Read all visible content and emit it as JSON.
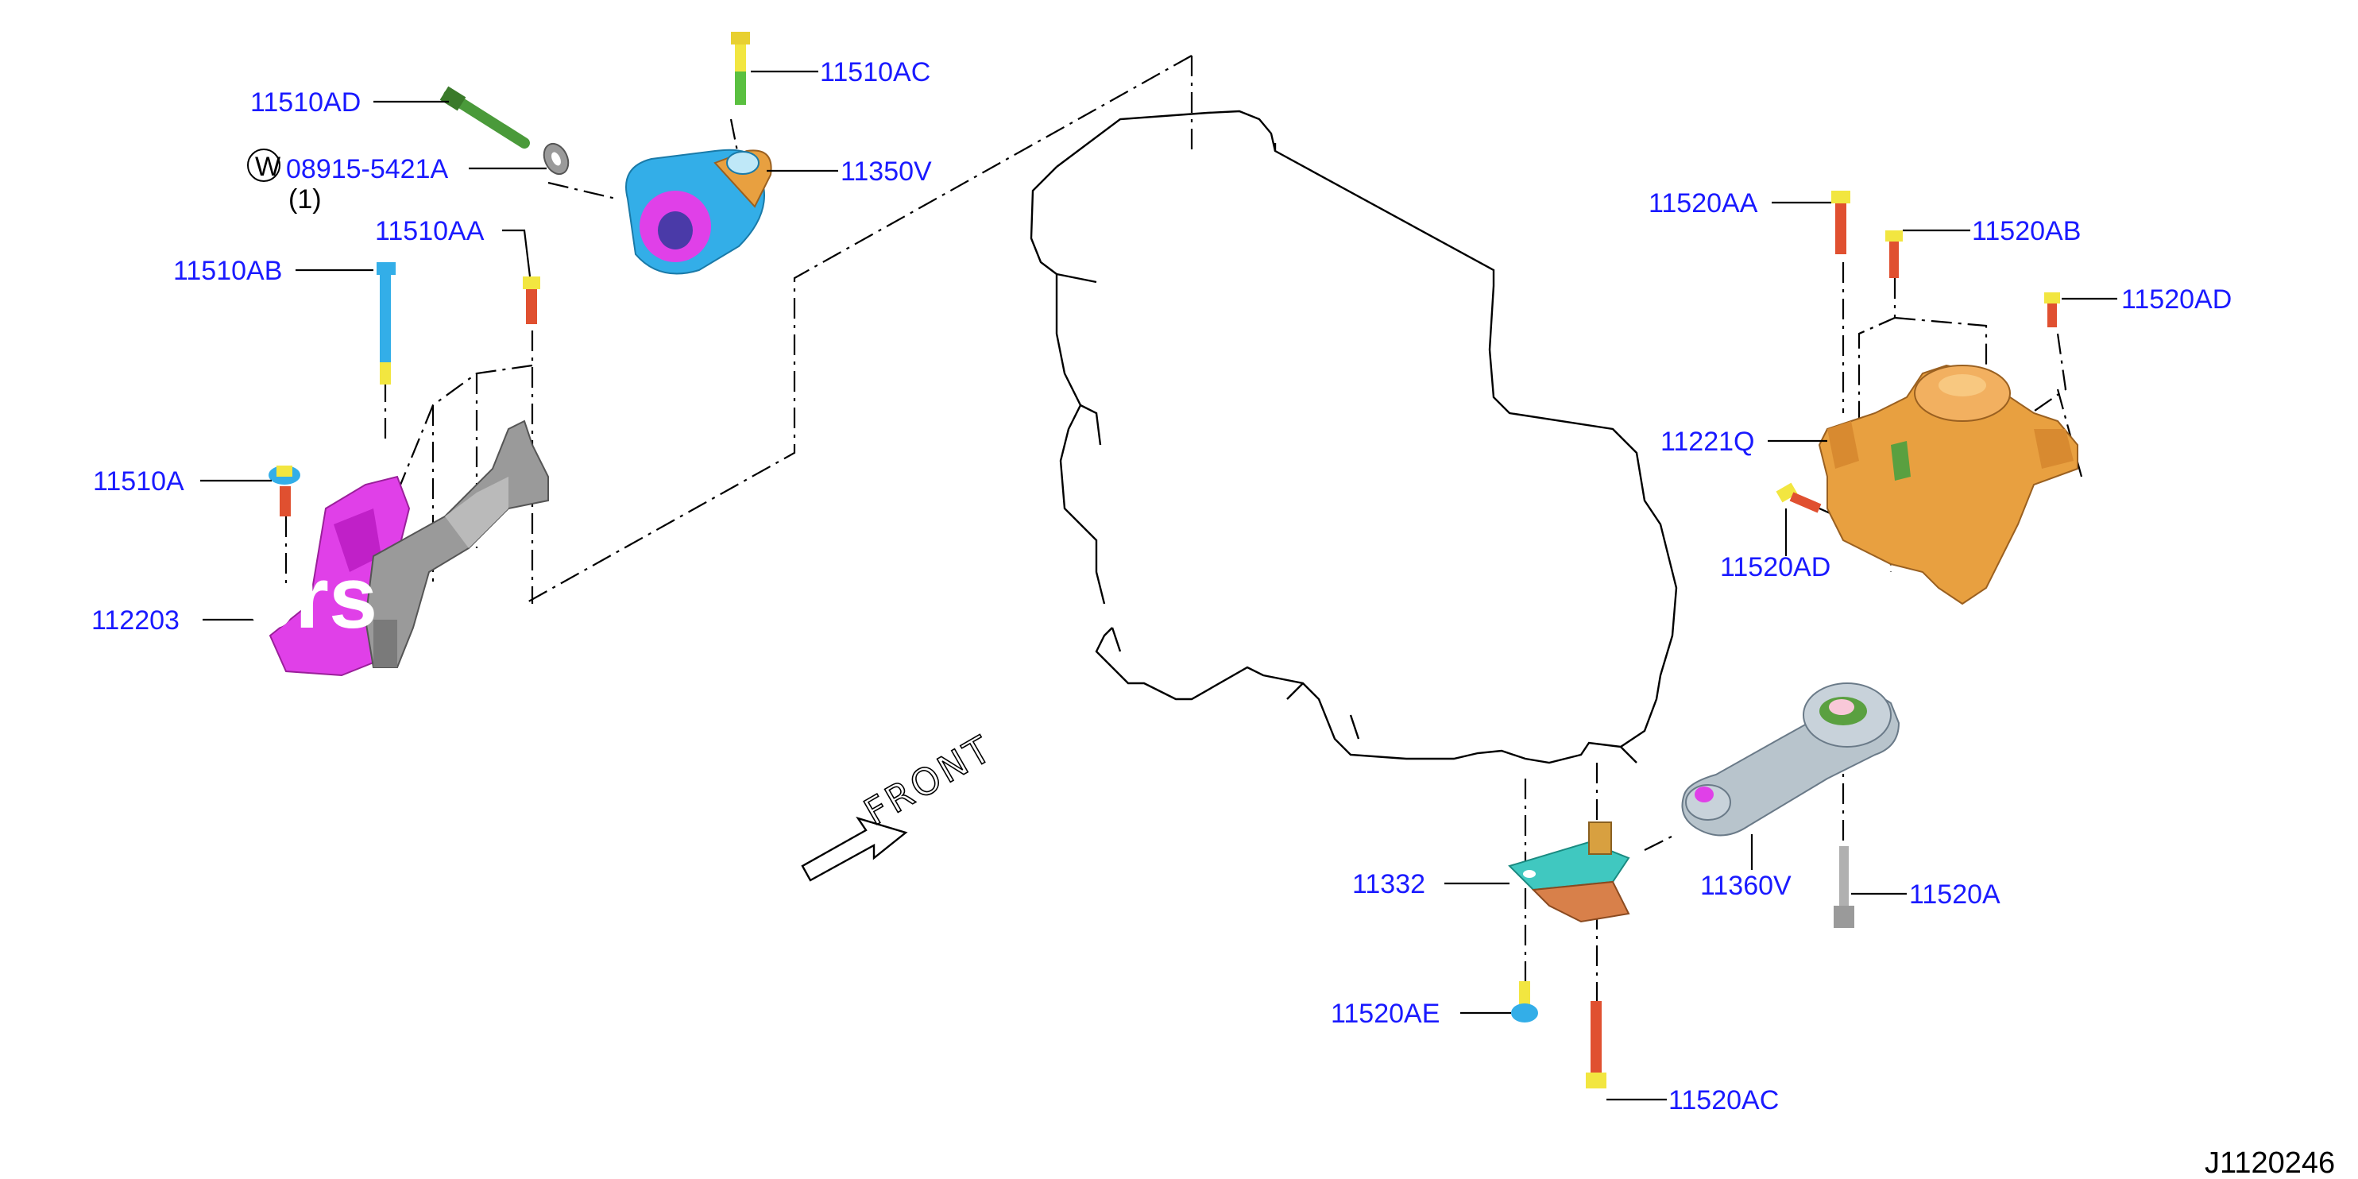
{
  "diagram": {
    "drawing_ref": "J1120246",
    "front_label": "FRONT",
    "washer_symbol": "W",
    "washer_qty": "(1)",
    "watermark_left": "ers",
    "parts": {
      "p11510AD": "11510AD",
      "p08915": "08915-5421A",
      "p11510AC": "11510AC",
      "p11350V": "11350V",
      "p11510AA": "11510AA",
      "p11510AB": "11510AB",
      "p11510A": "11510A",
      "p11220": "112203",
      "p11520AA": "11520AA",
      "p11520AB": "11520AB",
      "p11520AD": "11520AD",
      "p11221Q": "11221Q",
      "p11520AD2": "11520AD",
      "p11332": "11332",
      "p11360V": "11360V",
      "p11520A": "11520A",
      "p11520AE": "11520AE",
      "p11520AC": "11520AC"
    },
    "colors": {
      "label": "#1a1aff",
      "mount_left": "#e040e8",
      "torque_rod_upper": "#33aee8",
      "bracket_gray": "#9a9a9a",
      "mount_right": "#e8a040",
      "torque_rod_lower": "#b8c4cc",
      "bracket_lower": "#40c8c0",
      "bolt_yellow": "#f2e640",
      "bolt_red": "#e05030",
      "bolt_green": "#4a9a3a"
    }
  }
}
